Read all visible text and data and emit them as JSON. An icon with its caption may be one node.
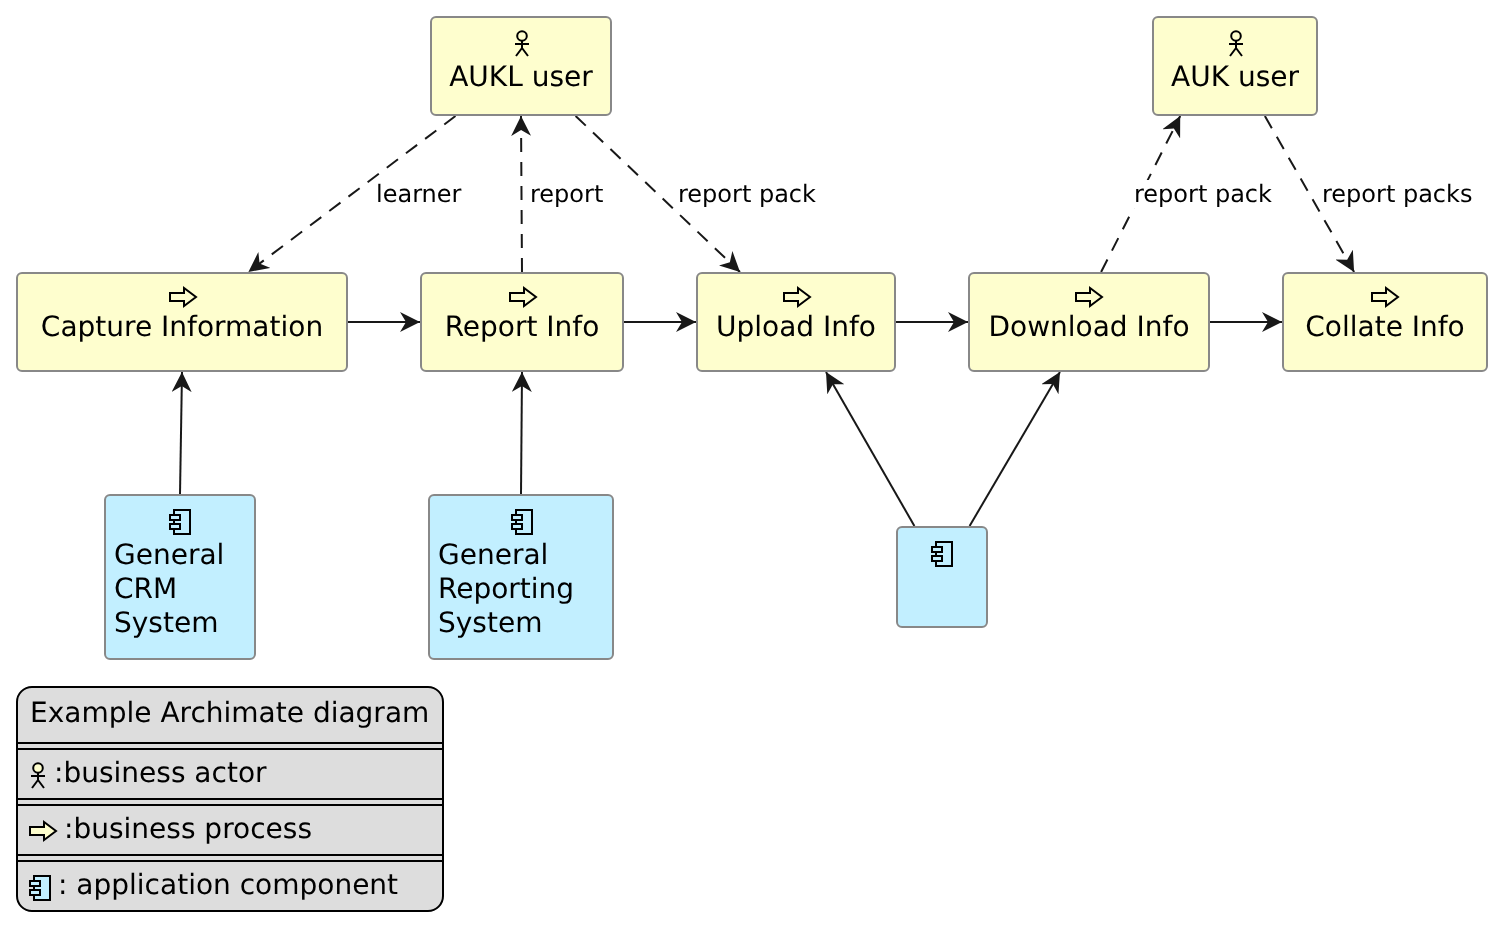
{
  "diagram": {
    "nodes": [
      {
        "text": [
          "AUKL user"
        ]
      },
      {
        "text": [
          "AUK user"
        ]
      },
      {
        "text": [
          "Capture Information"
        ]
      },
      {
        "text": [
          "Report Info"
        ]
      },
      {
        "text": [
          "Upload Info"
        ]
      },
      {
        "text": [
          "Download Info"
        ]
      },
      {
        "text": [
          "Collate Info"
        ]
      },
      {
        "text": [
          "General CRM System"
        ]
      },
      {
        "text": [
          "General Reporting System"
        ]
      },
      {
        "text": [],
        "shape": "box"
      }
    ],
    "edges": [
      {
        "from": 0,
        "to": 2,
        "arrow": "to",
        "label": "learner",
        "style": "dashed"
      },
      {
        "from": 3,
        "to": 0,
        "arrow": "to",
        "label": "report",
        "style": "dashed"
      },
      {
        "from": 0,
        "to": 4,
        "arrow": "to",
        "label": "report pack",
        "style": "dashed"
      },
      {
        "from": 5,
        "to": 1,
        "arrow": "to",
        "label": "report pack",
        "style": "dashed"
      },
      {
        "from": 1,
        "to": 6,
        "arrow": "to",
        "label": "report packs",
        "style": "dashed"
      },
      {
        "from": 2,
        "to": 3,
        "arrow": "to"
      },
      {
        "from": 3,
        "to": 4,
        "arrow": "to"
      },
      {
        "from": 4,
        "to": 5,
        "arrow": "to"
      },
      {
        "from": 5,
        "to": 6,
        "arrow": "to"
      },
      {
        "from": 7,
        "to": 2,
        "arrow": "to"
      },
      {
        "from": 8,
        "to": 3,
        "arrow": "to"
      },
      {
        "from": 9,
        "to": 4,
        "arrow": "to"
      },
      {
        "from": 9,
        "to": 5,
        "arrow": "to"
      }
    ],
    "labels": [
      "Example Archimate diagram"
    ],
    "legend": [
      {
        "text": ":business actor"
      },
      {
        "text": ":business process"
      },
      {
        "text": ": application component"
      }
    ]
  }
}
